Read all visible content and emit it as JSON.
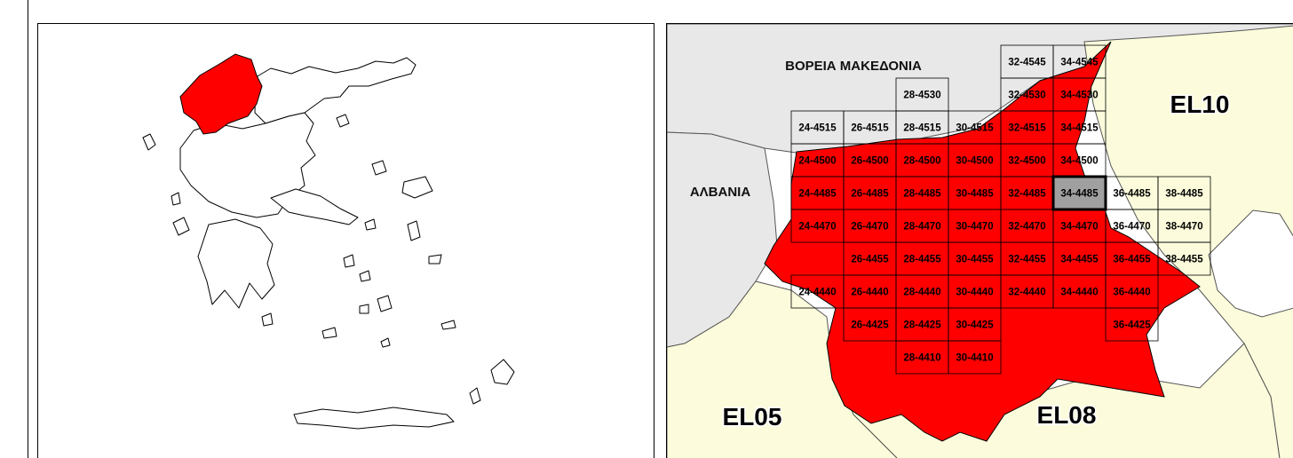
{
  "colors": {
    "highlight": "#ff0000",
    "neighbor_country": "#e8e8e8",
    "neighbor_region": "#fcfcdc",
    "selected_cell": "#a0a0a0",
    "outline": "#000000"
  },
  "overview_map": {
    "highlighted_region": "West Macedonia"
  },
  "detail_map": {
    "country_labels": [
      "ΒΟΡΕΙΑ ΜΑΚΕΔΟΝΙΑ",
      "ΑΛΒΑΝΙΑ"
    ],
    "region_labels": [
      "EL10",
      "EL05",
      "EL08"
    ],
    "selected_cell": "34-4485",
    "grid_cells": [
      {
        "label": "32-4545",
        "col": 32,
        "row": 4545,
        "inside": false
      },
      {
        "label": "34-4545",
        "col": 34,
        "row": 4545,
        "inside": true
      },
      {
        "label": "28-4530",
        "col": 28,
        "row": 4530,
        "inside": false
      },
      {
        "label": "32-4530",
        "col": 32,
        "row": 4530,
        "inside": true
      },
      {
        "label": "34-4530",
        "col": 34,
        "row": 4530,
        "inside": true
      },
      {
        "label": "24-4515",
        "col": 24,
        "row": 4515,
        "inside": true
      },
      {
        "label": "26-4515",
        "col": 26,
        "row": 4515,
        "inside": true
      },
      {
        "label": "28-4515",
        "col": 28,
        "row": 4515,
        "inside": true
      },
      {
        "label": "30-4515",
        "col": 30,
        "row": 4515,
        "inside": true
      },
      {
        "label": "32-4515",
        "col": 32,
        "row": 4515,
        "inside": true
      },
      {
        "label": "34-4515",
        "col": 34,
        "row": 4515,
        "inside": true
      },
      {
        "label": "24-4500",
        "col": 24,
        "row": 4500,
        "inside": true
      },
      {
        "label": "26-4500",
        "col": 26,
        "row": 4500,
        "inside": true
      },
      {
        "label": "28-4500",
        "col": 28,
        "row": 4500,
        "inside": true
      },
      {
        "label": "30-4500",
        "col": 30,
        "row": 4500,
        "inside": true
      },
      {
        "label": "32-4500",
        "col": 32,
        "row": 4500,
        "inside": true
      },
      {
        "label": "34-4500",
        "col": 34,
        "row": 4500,
        "inside": true
      },
      {
        "label": "24-4485",
        "col": 24,
        "row": 4485,
        "inside": true
      },
      {
        "label": "26-4485",
        "col": 26,
        "row": 4485,
        "inside": true
      },
      {
        "label": "28-4485",
        "col": 28,
        "row": 4485,
        "inside": true
      },
      {
        "label": "30-4485",
        "col": 30,
        "row": 4485,
        "inside": true
      },
      {
        "label": "32-4485",
        "col": 32,
        "row": 4485,
        "inside": true
      },
      {
        "label": "34-4485",
        "col": 34,
        "row": 4485,
        "inside": true
      },
      {
        "label": "36-4485",
        "col": 36,
        "row": 4485,
        "inside": false
      },
      {
        "label": "38-4485",
        "col": 38,
        "row": 4485,
        "inside": false
      },
      {
        "label": "24-4470",
        "col": 24,
        "row": 4470,
        "inside": true
      },
      {
        "label": "26-4470",
        "col": 26,
        "row": 4470,
        "inside": true
      },
      {
        "label": "28-4470",
        "col": 28,
        "row": 4470,
        "inside": true
      },
      {
        "label": "30-4470",
        "col": 30,
        "row": 4470,
        "inside": true
      },
      {
        "label": "32-4470",
        "col": 32,
        "row": 4470,
        "inside": true
      },
      {
        "label": "34-4470",
        "col": 34,
        "row": 4470,
        "inside": true
      },
      {
        "label": "36-4470",
        "col": 36,
        "row": 4470,
        "inside": true
      },
      {
        "label": "38-4470",
        "col": 38,
        "row": 4470,
        "inside": false
      },
      {
        "label": "26-4455",
        "col": 26,
        "row": 4455,
        "inside": true
      },
      {
        "label": "28-4455",
        "col": 28,
        "row": 4455,
        "inside": true
      },
      {
        "label": "30-4455",
        "col": 30,
        "row": 4455,
        "inside": true
      },
      {
        "label": "32-4455",
        "col": 32,
        "row": 4455,
        "inside": true
      },
      {
        "label": "34-4455",
        "col": 34,
        "row": 4455,
        "inside": true
      },
      {
        "label": "36-4455",
        "col": 36,
        "row": 4455,
        "inside": true
      },
      {
        "label": "38-4455",
        "col": 38,
        "row": 4455,
        "inside": false
      },
      {
        "label": "24-4440",
        "col": 24,
        "row": 4440,
        "inside": false
      },
      {
        "label": "26-4440",
        "col": 26,
        "row": 4440,
        "inside": true
      },
      {
        "label": "28-4440",
        "col": 28,
        "row": 4440,
        "inside": true
      },
      {
        "label": "30-4440",
        "col": 30,
        "row": 4440,
        "inside": true
      },
      {
        "label": "32-4440",
        "col": 32,
        "row": 4440,
        "inside": true
      },
      {
        "label": "34-4440",
        "col": 34,
        "row": 4440,
        "inside": true
      },
      {
        "label": "36-4440",
        "col": 36,
        "row": 4440,
        "inside": true
      },
      {
        "label": "26-4425",
        "col": 26,
        "row": 4425,
        "inside": true
      },
      {
        "label": "28-4425",
        "col": 28,
        "row": 4425,
        "inside": true
      },
      {
        "label": "30-4425",
        "col": 30,
        "row": 4425,
        "inside": true
      },
      {
        "label": "36-4425",
        "col": 36,
        "row": 4425,
        "inside": false
      },
      {
        "label": "28-4410",
        "col": 28,
        "row": 4410,
        "inside": true
      },
      {
        "label": "30-4410",
        "col": 30,
        "row": 4410,
        "inside": true
      }
    ]
  }
}
